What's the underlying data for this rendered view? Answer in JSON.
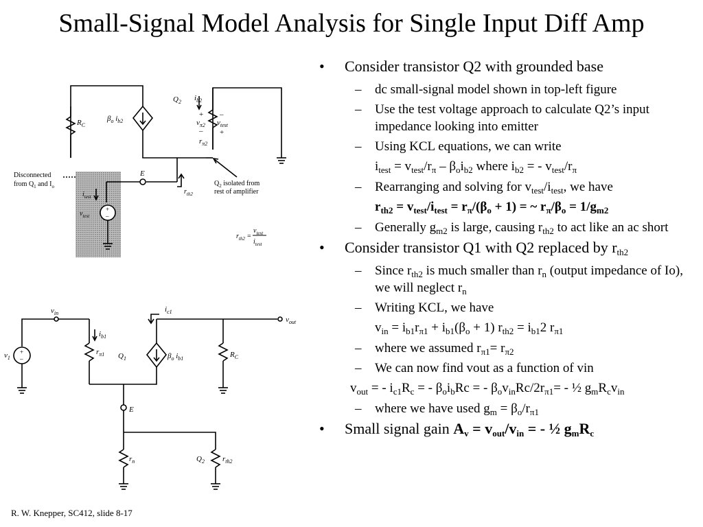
{
  "title": "Small-Signal Model Analysis for Single Input Diff Amp",
  "footer": "R. W. Knepper, SC412, slide 8-17",
  "diagram_top": {
    "q2": "Q",
    "q2_sub": "2",
    "ib2": "i",
    "ib2_sub": "b2",
    "plus1": "+",
    "minus1": "–",
    "vpi2": "v",
    "vpi2_sub": "π2",
    "minus2": "–",
    "vtest_label": "v",
    "vtest_sub": "test",
    "plus2": "+",
    "rpi2": "r",
    "rpi2_sub": "π2",
    "rc": "R",
    "rc_sub": "C",
    "beta_ib2": "β",
    "beta_sub": "o",
    "beta_tail": " i",
    "beta_tail_sub": "b2",
    "e": "E",
    "disc1": "Disconnected",
    "disc2": "from Q",
    "disc2_sub": "1",
    "disc2_tail": " and I",
    "disc2_tail_sub": "o",
    "itest": "i",
    "itest_sub": "test",
    "vtest_src": "v",
    "vtest_src_sub": "test",
    "src_plus": "+",
    "src_minus": "–",
    "rth2": "r",
    "rth2_sub": "th2",
    "iso1": "Q",
    "iso1_sub": "2",
    "iso1_tail": " isolated from",
    "iso2": "rest of amplifier",
    "formula_lhs": "r",
    "formula_lhs_sub": "th2",
    "formula_eq": " =",
    "formula_num": "v",
    "formula_num_sub": "test",
    "formula_den": "i",
    "formula_den_sub": "test"
  },
  "diagram_bottom": {
    "vin": "v",
    "vin_sub": "in",
    "ic1": "i",
    "ic1_sub": "c1",
    "vout": "v",
    "vout_sub": "out",
    "v1": "v",
    "v1_sub": "1",
    "src_plus": "+",
    "src_minus": "–",
    "ib1": "i",
    "ib1_sub": "b1",
    "rpi1": "r",
    "rpi1_sub": "π1",
    "q1": "Q",
    "q1_sub": "1",
    "beta": "β",
    "beta_sub": "o",
    "beta_tail": " i",
    "beta_tail_sub": "b1",
    "rc": "R",
    "rc_sub": "C",
    "e": "E",
    "rn": "r",
    "rn_sub": "n",
    "q2": "Q",
    "q2_sub": "2",
    "rth2": "r",
    "rth2_sub": "th2"
  },
  "text": {
    "b1": "Consider transistor Q2 with grounded base",
    "b1a": "dc small-signal model shown in top-left figure",
    "b1b": "Use the test voltage approach to calculate Q2’s input impedance looking into emitter",
    "b1c": "Using KCL equations, we can write",
    "eq1": {
      "a": "i",
      "a_s": "test",
      "b": " = v",
      "b_s": "test",
      "c": "/r",
      "c_s": "π",
      "d": " – β",
      "d_s": "o",
      "e": "i",
      "e_s": "b2",
      "f": " where i",
      "f_s": "b2",
      "g": " = - v",
      "g_s": "test",
      "h": "/r",
      "h_s": "π"
    },
    "b1d": {
      "a": "Rearranging and solving for v",
      "a_s": "test",
      "b": "/i",
      "b_s": "test",
      "c": ", we have"
    },
    "eq2": {
      "a": "r",
      "a_s": "th2",
      "b": " = v",
      "b_s": "test",
      "c": "/i",
      "c_s": "test",
      "d": " = r",
      "d_s": "π",
      "e": "/(β",
      "e_s": "o",
      "f": " + 1) = ~ r",
      "f_s": "π",
      "g": "/β",
      "g_s": "o",
      "h": " = 1/g",
      "h_s": "m2"
    },
    "b1e": {
      "a": "Generally g",
      "a_s": "m2",
      "b": " is large, causing r",
      "b_s": "th2",
      "c": " to act like an ac short"
    },
    "b2": {
      "a": "Consider transistor Q1 with Q2 replaced by r",
      "a_s": "th2"
    },
    "b2a": {
      "a": "Since r",
      "a_s": "th2",
      "b": " is much smaller than r",
      "b_s": "n",
      "c": " (output impedance of Io), we will neglect r",
      "c_s": "n"
    },
    "b2b": "Writing KCL, we have",
    "eq3": {
      "a": "v",
      "a_s": "in",
      "b": " = i",
      "b_s": "b1",
      "c": "r",
      "c_s": "π1",
      "d": " + i",
      "d_s": "b1",
      "e": "(β",
      "e_s": "o",
      "f": " + 1) r",
      "f_s": "th2",
      "g": " = i",
      "g_s": "b1",
      "h": "2 r",
      "h_s": "π1"
    },
    "b2c": {
      "a": "where we assumed r",
      "a_s": "π1",
      "b": "= r",
      "b_s": "π2"
    },
    "b2d": "We can now find vout as a function of vin",
    "eq4": {
      "a": "v",
      "a_s": "out",
      "b": " = - i",
      "b_s": "c1",
      "c": "R",
      "c_s": "c",
      "d": " = - β",
      "d_s": "o",
      "e": "i",
      "e_s": "b",
      "f": "Rc = - β",
      "f_s": "o",
      "g": "v",
      "g_s": "in",
      "h": "Rc/2r",
      "h_s": "π1",
      "i": "= - ½ g",
      "i_s": "m",
      "j": "R",
      "j_s": "c",
      "k": "v",
      "k_s": "in"
    },
    "b2e": {
      "a": "where we have used g",
      "a_s": "m",
      "b": " = β",
      "b_s": "o",
      "c": "/r",
      "c_s": "π1"
    },
    "b3": {
      "a": "Small signal gain ",
      "b": "A",
      "b_s": "v",
      "c": " = v",
      "c_s": "out",
      "d": "/v",
      "d_s": "in",
      "e": " = - ½ g",
      "e_s": "m",
      "f": "R",
      "f_s": "c"
    }
  }
}
